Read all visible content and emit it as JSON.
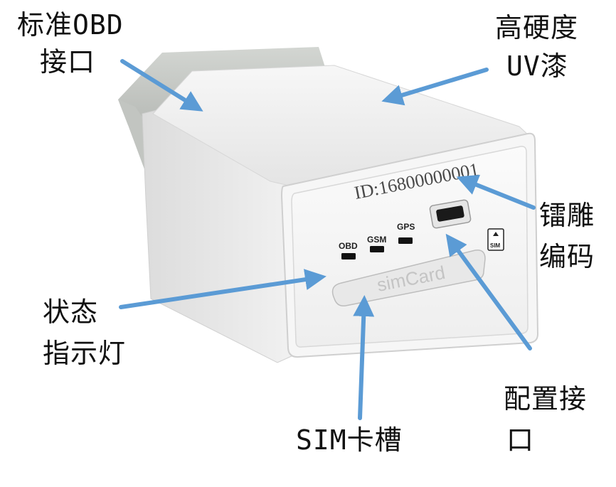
{
  "labels": {
    "obd_port": [
      "标准OBD",
      "接口"
    ],
    "uv_paint": [
      "高硬度",
      "UV漆"
    ],
    "engraved_code": [
      "镭雕",
      "编码"
    ],
    "status_lights": [
      "状态",
      "指示灯"
    ],
    "config_port": [
      "配置接",
      "口"
    ],
    "sim_slot": "SIM卡槽"
  },
  "device": {
    "id_text": "ID:16800000001",
    "led_labels": [
      "OBD",
      "GSM",
      "GPS"
    ],
    "sim_slot_text": "simCard",
    "sim_badge_text": "SIM"
  },
  "colors": {
    "arrow": "#5b9bd5",
    "body_white": "#f4f4f4",
    "connector_grey": "#c9ccc8",
    "led_black": "#111111"
  }
}
